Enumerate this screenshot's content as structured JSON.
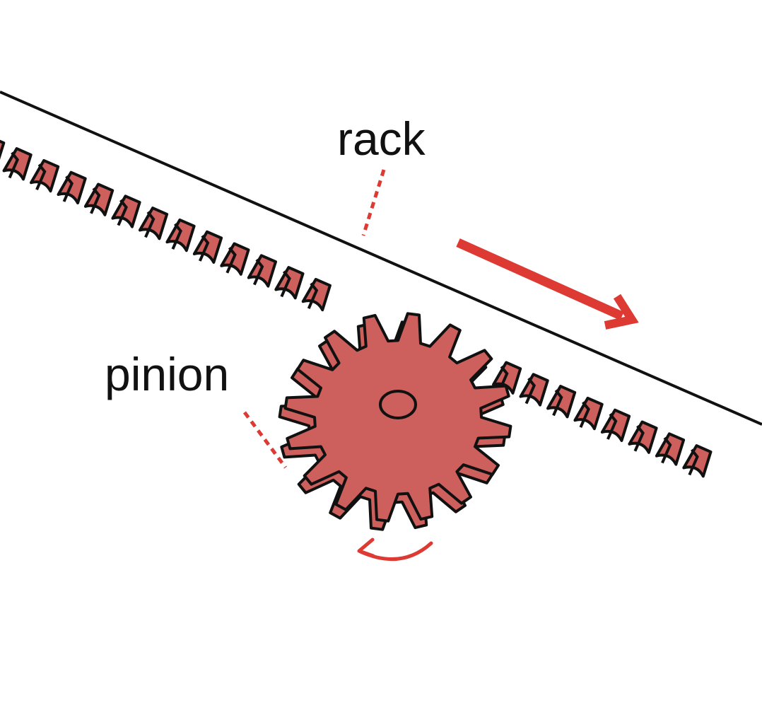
{
  "labels": {
    "rack": "rack",
    "pinion": "pinion"
  },
  "colors": {
    "gear_fill": "#cd5f5c",
    "outline": "#111111",
    "arrow": "#dd3a33",
    "leader": "#dd3a33"
  },
  "icons": {
    "linear_motion": "right-arrow-icon",
    "rotation": "curved-arrow-icon"
  },
  "pinion": {
    "teeth": 16
  }
}
